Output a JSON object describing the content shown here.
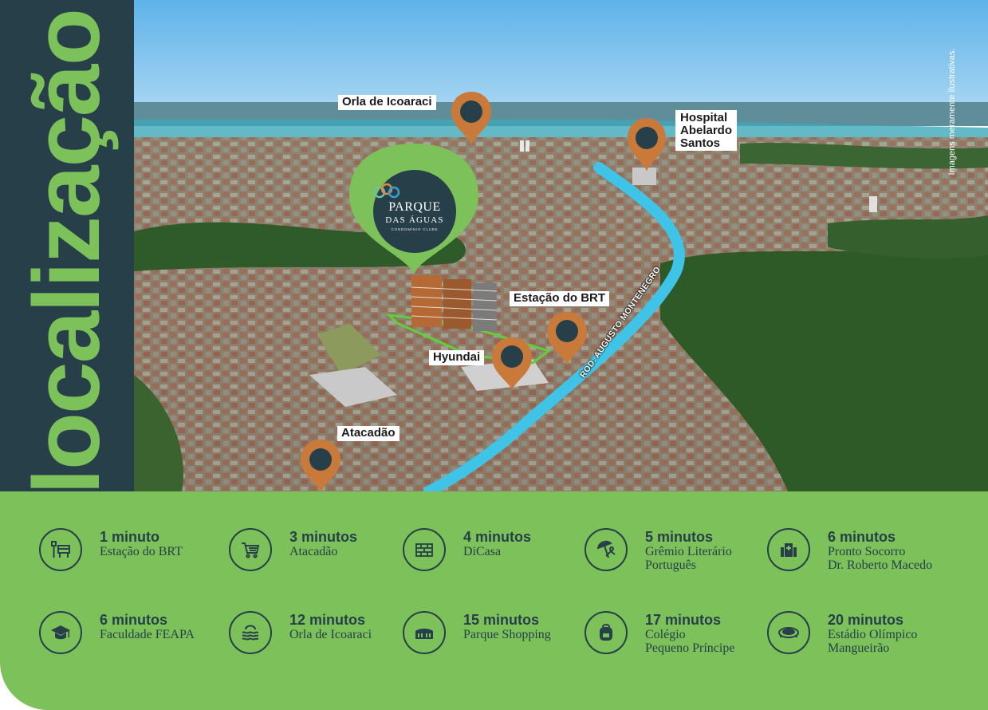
{
  "side": {
    "title": "localização"
  },
  "map": {
    "disclaimer": "Imagens meramente ilustrativas.",
    "road_label": "ROD. AUGUSTO MONTENEGRO",
    "logo": {
      "line1": "PARQUE",
      "line2": "DAS ÁGUAS",
      "line3": "CONDOMÍNIO CLUBE"
    },
    "labels": {
      "orla": "Orla de Icoaraci",
      "hospital": "Hospital\nAbelardo\nSantos",
      "brt": "Estação do BRT",
      "hyundai": "Hyundai",
      "atacadao": "Atacadão"
    },
    "colors": {
      "pin_orange": "#c97a3a",
      "pin_green": "#7cc15a",
      "road_blue": "#3fc4e8",
      "navy": "#263f49"
    }
  },
  "items": [
    {
      "time": "1 minuto",
      "place": "Estação do BRT",
      "icon": "bus-stop-icon"
    },
    {
      "time": "3 minutos",
      "place": "Atacadão",
      "icon": "shopping-cart-icon"
    },
    {
      "time": "4 minutos",
      "place": "DiCasa",
      "icon": "bricks-icon"
    },
    {
      "time": "5 minutos",
      "place": "Grêmio Literário\nPortuguês",
      "icon": "beach-umbrella-icon"
    },
    {
      "time": "6 minutos",
      "place": "Pronto Socorro\nDr. Roberto Macedo",
      "icon": "hospital-building-icon"
    },
    {
      "time": "6 minutos",
      "place": "Faculdade FEAPA",
      "icon": "graduation-cap-icon"
    },
    {
      "time": "12 minutos",
      "place": "Orla de Icoaraci",
      "icon": "waves-icon"
    },
    {
      "time": "15 minutos",
      "place": "Parque Shopping",
      "icon": "shopping-mall-icon"
    },
    {
      "time": "17 minutos",
      "place": "Colégio\nPequeno Príncipe",
      "icon": "backpack-icon"
    },
    {
      "time": "20 minutos",
      "place": "Estádio Olímpico\nMangueirão",
      "icon": "stadium-icon"
    }
  ]
}
